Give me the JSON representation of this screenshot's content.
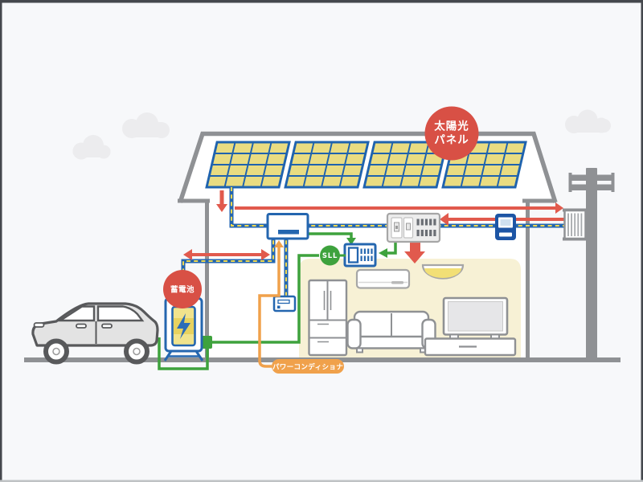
{
  "diagram_type": "home-solar-power-system-illustration",
  "labels": {
    "solar_panel": {
      "line1": "太陽光",
      "line2": "パネル"
    },
    "storage_battery": "蓄電池",
    "monitor_badge": "SLL",
    "power_conditioner": "パワーコンディショナ"
  },
  "components": [
    "solar-panels",
    "power-conditioner",
    "wall-outlet",
    "hems-monitor",
    "distribution-board",
    "smart-meter",
    "utility-pole",
    "pole-transformer",
    "storage-battery",
    "ev-car",
    "charging-cable",
    "refrigerator",
    "air-conditioner",
    "ceiling-light",
    "sofa",
    "tv",
    "tv-stand",
    "clouds",
    "house",
    "ground"
  ],
  "colors": {
    "label_red": "#d85045",
    "arrow_red": "#e15a4d",
    "cable_blue": "#2466af",
    "cable_dash_yellow": "#f2d94f",
    "flow_green": "#3ea23d",
    "callout_orange": "#f0a14b",
    "panel_yellow": "#e9dc81",
    "structure_gray": "#8f9194",
    "room_beige": "#f7f1d5",
    "background": "#f7f8fa"
  }
}
